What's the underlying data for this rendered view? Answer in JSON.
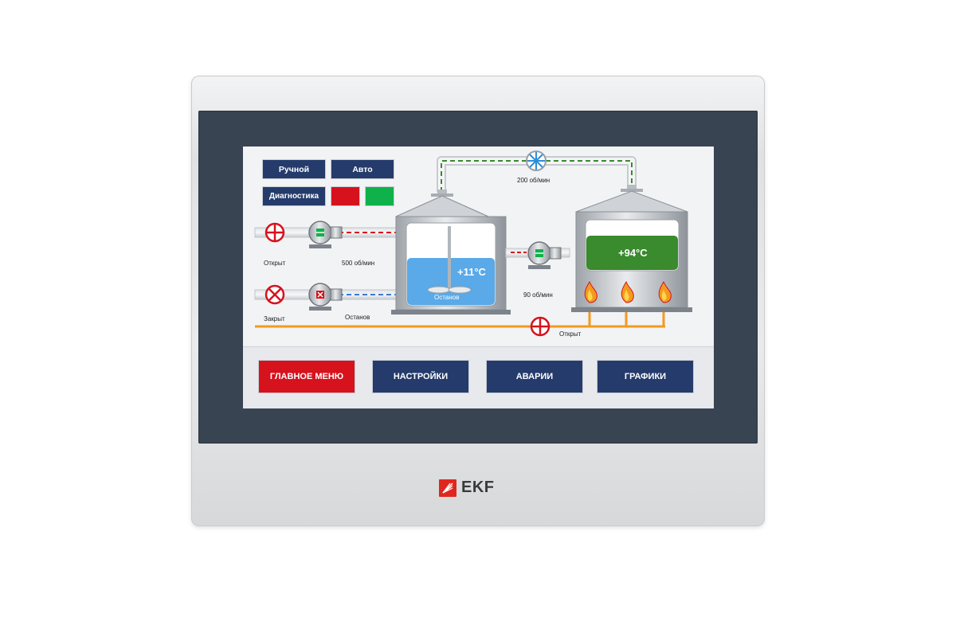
{
  "brand": {
    "name": "EKF"
  },
  "mode_buttons": {
    "manual": "Ручной",
    "auto": "Авто",
    "diagnostics": "Диагностика"
  },
  "indicators": {
    "red": "#d6121d",
    "green": "#0fb24a"
  },
  "valves": {
    "inlet_top": {
      "status": "Открыт"
    },
    "inlet_bottom": {
      "status": "Закрыт"
    },
    "outlet": {
      "status": "Открыт"
    }
  },
  "pumps": {
    "inlet_top": {
      "speed": "500 об/мин"
    },
    "inlet_bottom": {
      "status": "Останов"
    },
    "transfer": {
      "speed": "90 об/мин"
    }
  },
  "fan": {
    "speed": "200 об/мин"
  },
  "tank_left": {
    "temperature": "+11°C",
    "mixer_status": "Останов",
    "fill_color": "#5aa9e8"
  },
  "tank_right": {
    "temperature": "+94°C",
    "fill_color": "#3a8a2e"
  },
  "nav": {
    "main_menu": "ГЛАВНОЕ МЕНЮ",
    "settings": "НАСТРОЙКИ",
    "alarms": "АВАРИИ",
    "charts": "ГРАФИКИ"
  },
  "colors": {
    "nav_blue": "#243b6b",
    "nav_red": "#d6121d",
    "pipe_orange": "#f39a1e"
  }
}
